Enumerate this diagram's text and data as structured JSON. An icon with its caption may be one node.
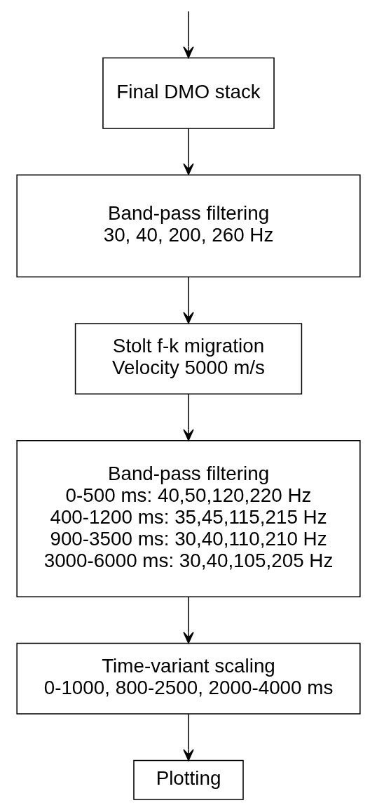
{
  "diagram": {
    "nodes": [
      {
        "text": [
          "Final DMO stack"
        ]
      },
      {
        "text": [
          "Band-pass filtering",
          "30, 40, 200, 260 Hz"
        ]
      },
      {
        "text": [
          "Stolt f-k migration",
          "Velocity 5000 m/s"
        ]
      },
      {
        "text": [
          "Band-pass filtering",
          "0-500 ms: 40,50,120,220 Hz",
          "400-1200 ms: 35,45,115,215 Hz",
          "900-3500 ms: 30,40,110,210 Hz",
          "3000-6000 ms: 30,40,105,205 Hz"
        ]
      },
      {
        "text": [
          "Time-variant scaling",
          "0-1000, 800-2500, 2000-4000 ms"
        ]
      },
      {
        "text": [
          "Plotting"
        ]
      }
    ],
    "edges": [
      {
        "from": null,
        "to": 0,
        "arrow": "to"
      },
      {
        "from": 0,
        "to": 1,
        "arrow": "to"
      },
      {
        "from": 1,
        "to": 2,
        "arrow": "to"
      },
      {
        "from": 2,
        "to": 3,
        "arrow": "to"
      },
      {
        "from": 3,
        "to": 4,
        "arrow": "to"
      },
      {
        "from": 4,
        "to": 5,
        "arrow": "to"
      }
    ]
  }
}
